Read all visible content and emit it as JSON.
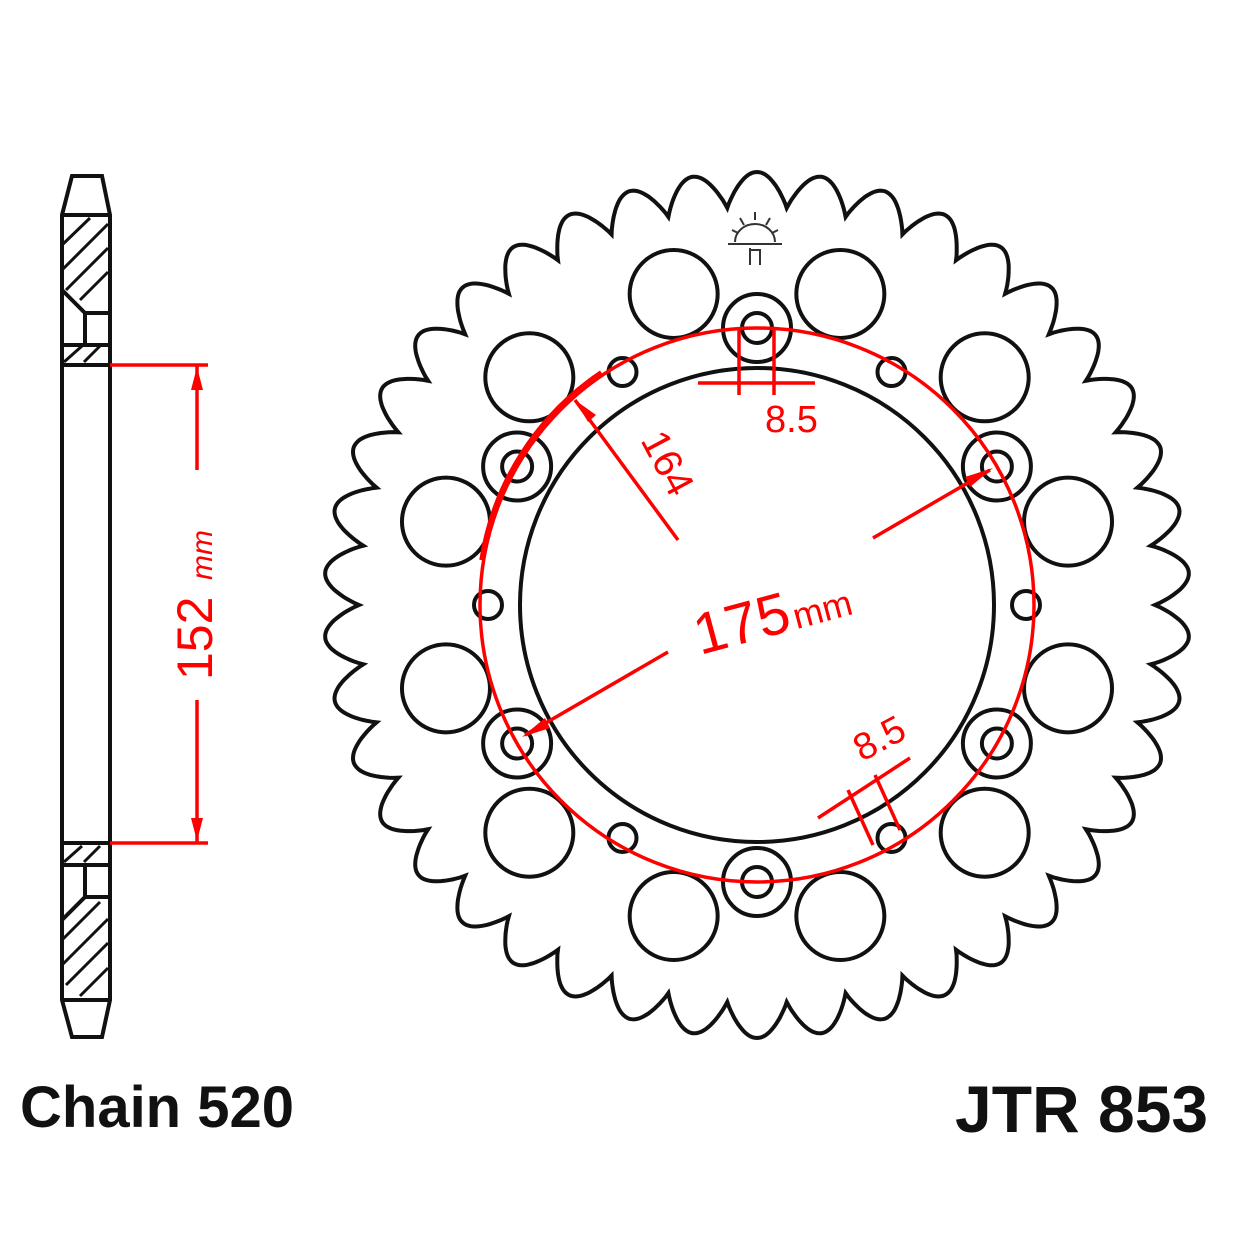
{
  "captions": {
    "chain": "Chain 520",
    "part_number": "JTR 853"
  },
  "dimensions": {
    "inner_height": "152",
    "inner_height_unit": "mm",
    "bolt_circle": "175",
    "bolt_circle_unit": "mm",
    "center_bore": "164",
    "bolt_hole_top": "8.5",
    "bolt_hole_bottom": "8.5"
  },
  "colors": {
    "outline": "#111111",
    "dimension": "#ff0000"
  },
  "icons": {
    "logo": "jt-sunrise-logo-icon"
  }
}
